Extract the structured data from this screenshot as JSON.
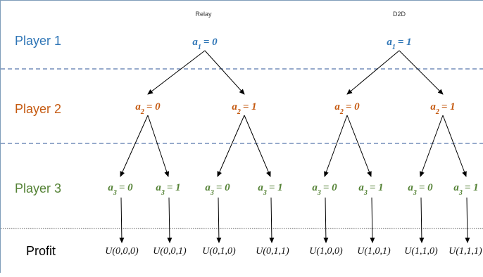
{
  "headers": {
    "relay": "Relay",
    "d2d": "D2D"
  },
  "players": [
    {
      "label": "Player 1",
      "color": "#2e75b6"
    },
    {
      "label": "Player 2",
      "color": "#c55a11"
    },
    {
      "label": "Player 3",
      "color": "#548235"
    }
  ],
  "profit_label": "Profit",
  "actions": {
    "level1": [
      {
        "var": "a",
        "sub": "1",
        "val": "= 0"
      },
      {
        "var": "a",
        "sub": "1",
        "val": "= 1"
      }
    ],
    "level2": [
      {
        "var": "a",
        "sub": "2",
        "val": "= 0"
      },
      {
        "var": "a",
        "sub": "2",
        "val": "= 1"
      },
      {
        "var": "a",
        "sub": "2",
        "val": "= 0"
      },
      {
        "var": "a",
        "sub": "2",
        "val": "= 1"
      }
    ],
    "level3": [
      {
        "var": "a",
        "sub": "3",
        "val": "= 0"
      },
      {
        "var": "a",
        "sub": "3",
        "val": "= 1"
      },
      {
        "var": "a",
        "sub": "3",
        "val": "= 0"
      },
      {
        "var": "a",
        "sub": "3",
        "val": "= 1"
      },
      {
        "var": "a",
        "sub": "3",
        "val": "= 0"
      },
      {
        "var": "a",
        "sub": "3",
        "val": "= 1"
      },
      {
        "var": "a",
        "sub": "3",
        "val": "= 0"
      },
      {
        "var": "a",
        "sub": "3",
        "val": "= 1"
      }
    ]
  },
  "profits": [
    "U(0,0,0)",
    "U(0,0,1)",
    "U(0,1,0)",
    "U(0,1,1)",
    "U(1,0,0)",
    "U(1,0,1)",
    "U(1,1,0)",
    "U(1,1,1)"
  ],
  "colors": {
    "separator": "#2e5597",
    "arrow": "#000000"
  }
}
